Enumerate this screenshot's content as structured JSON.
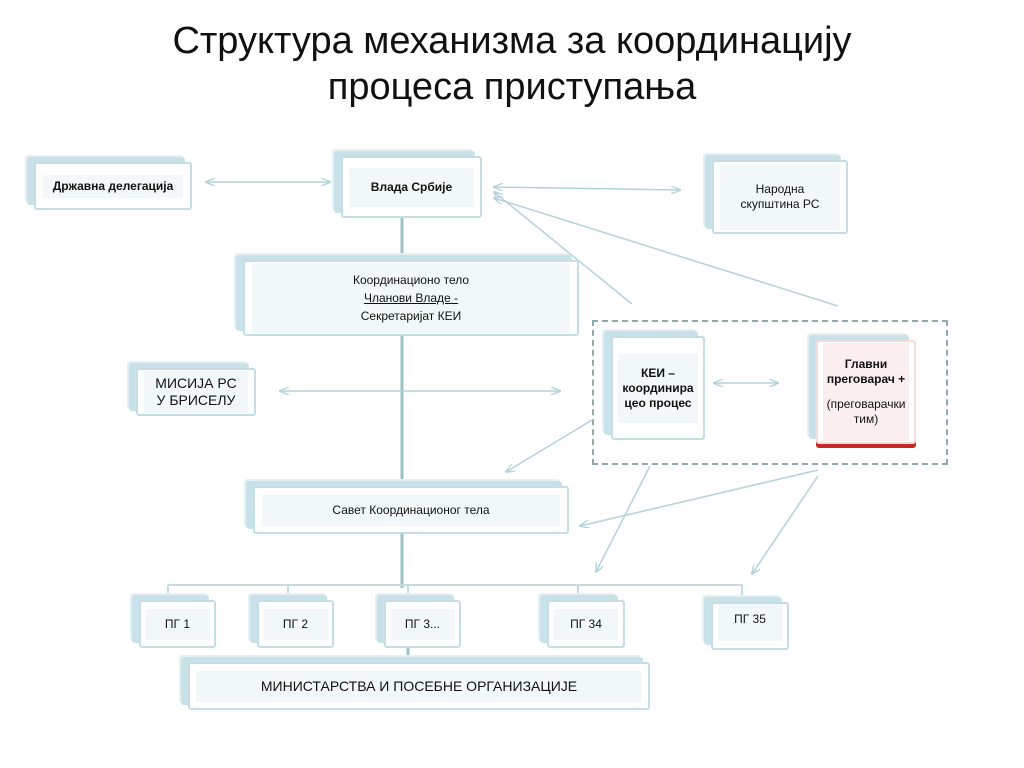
{
  "title": {
    "line1": "Структура механизма за координацију",
    "line2": "процеса приступања"
  },
  "nodes": {
    "state_delegation": "Државна делегација",
    "government": "Влада Србије",
    "parliament": "Народна скупштина РС",
    "coord_body": {
      "line1": "Координационо тело",
      "line2": "Чланови Владе -",
      "line3": "Секретаријат КЕИ"
    },
    "mission": "МИСИЈА РС У БРИСЕЛУ",
    "kei": "КЕИ – координира цео процес",
    "negotiator": {
      "line1": "Главни преговарач +",
      "line2": "(преговарачки тим)"
    },
    "council": "Савет Координационог тела",
    "pg1": "ПГ 1",
    "pg2": "ПГ 2",
    "pg3": "ПГ 3...",
    "pg34": "ПГ 34",
    "pg35": "ПГ 35",
    "ministries": "МИНИСТАРСТВА И ПОСЕБНЕ ОРГАНИЗАЦИЈЕ"
  }
}
